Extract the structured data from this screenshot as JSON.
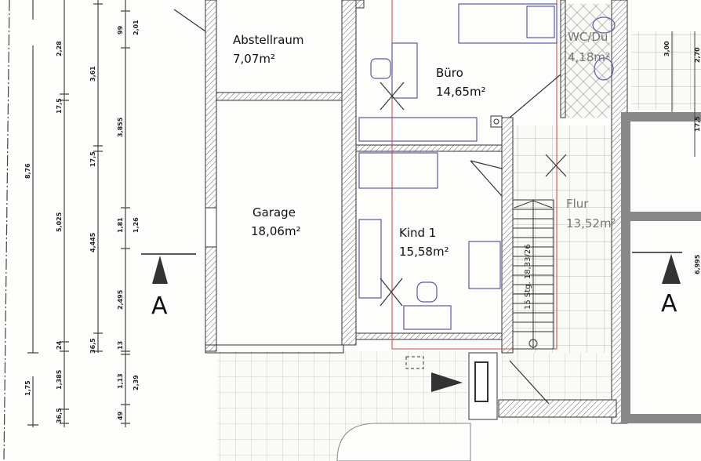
{
  "rooms": {
    "abstellraum": {
      "name": "Abstellraum",
      "area": "7,07m²"
    },
    "garage": {
      "name": "Garage",
      "area": "18,06m²"
    },
    "buero": {
      "name": "Büro",
      "area": "14,65m²"
    },
    "kind1": {
      "name": "Kind 1",
      "area": "15,58m²"
    },
    "wc": {
      "name": "WC/Du",
      "area": "4,18m²"
    },
    "flur": {
      "name": "Flur",
      "area": "13,52m²"
    }
  },
  "stair_label": "15 Stg. 18,33/26",
  "section_marks": {
    "left": "A",
    "right": "A"
  },
  "dimensions_left": {
    "chain1": [
      "8,76",
      "1,75"
    ],
    "chain2": [
      "2,28",
      "17,5",
      "5,025",
      "24",
      "1,385",
      "36,5"
    ],
    "chain3": [
      "3,61",
      "17,5",
      "4,445",
      "36,5"
    ],
    "chain4": [
      "99",
      "3,855",
      "1,81",
      "2,495",
      "13",
      "1,13",
      "49"
    ],
    "chain5": [
      "2,01",
      "1,26",
      "2,39"
    ]
  },
  "dimensions_right": [
    "3,00",
    "2,70",
    "17,5",
    "6,995"
  ],
  "colors": {
    "wall_hatch": "#555555",
    "furniture": "#5a5aa8",
    "red_line": "#d04040",
    "dark_wall": "#777777"
  }
}
